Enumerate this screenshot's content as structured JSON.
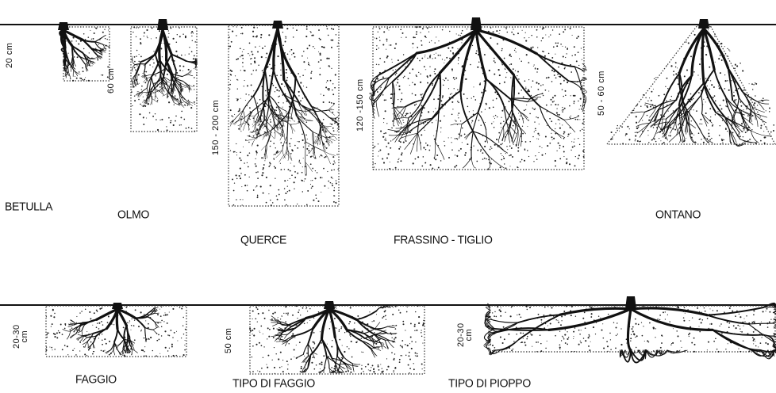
{
  "species": {
    "betulla": {
      "label": "BETULLA",
      "depth": "20 cm"
    },
    "olmo": {
      "label": "OLMO",
      "depth": "60 cm"
    },
    "querce": {
      "label": "QUERCE",
      "depth": "150 - 200 cm"
    },
    "frassino": {
      "label": "FRASSINO - TIGLIO",
      "depth": "120 -150 cm"
    },
    "ontano": {
      "label": "ONTANO",
      "depth": "50 - 60 cm"
    },
    "faggio": {
      "label": "FAGGIO",
      "depth_value": "20-30",
      "depth_unit": "cm"
    },
    "tipo_faggio": {
      "label": "TIPO DI FAGGIO",
      "depth": "50 cm"
    },
    "tipo_pioppo": {
      "label": "TIPO DI PIOPPO",
      "depth_value": "20-30",
      "depth_unit": "cm"
    }
  }
}
